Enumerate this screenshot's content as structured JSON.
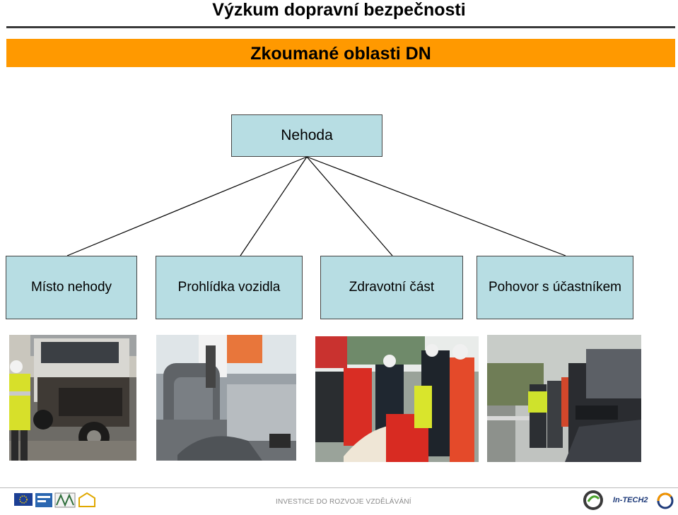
{
  "header": {
    "title": "Výzkum dopravní bezpečnosti",
    "subtitle": "Zkoumané oblasti DN"
  },
  "diagram": {
    "root": "Nehoda",
    "children": [
      "Místo nehody",
      "Prohlídka vozidla",
      "Zdravotní část",
      "Pohovor s účastníkem"
    ]
  },
  "photos": [
    {
      "icon": "crashed-truck-photo"
    },
    {
      "icon": "vehicle-interior-photo"
    },
    {
      "icon": "paramedics-photo"
    },
    {
      "icon": "interview-roadside-photo"
    }
  ],
  "footer": {
    "text": "INVESTICE DO ROZVOJE VZDĚLÁVÁNÍ",
    "logos": [
      "eu-flag-logo",
      "esf-logo",
      "msmt-logo",
      "skoda-logo",
      "in-tech2-logo"
    ],
    "in_tech_label": "In-TECH2"
  },
  "colors": {
    "subtitle_bar": "#ff9900",
    "box_fill": "#b7dde3"
  }
}
